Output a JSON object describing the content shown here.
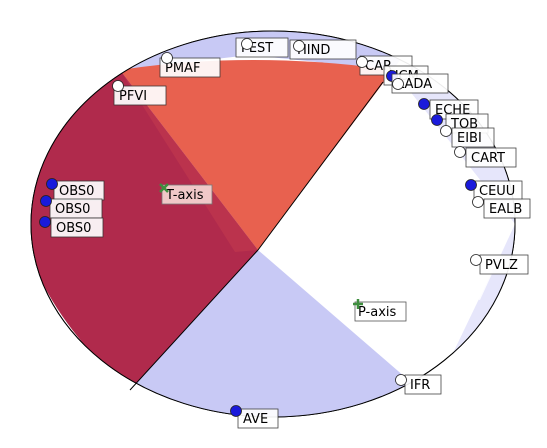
{
  "colors": {
    "red": "#e8614f",
    "dark_red": "#b02a4c",
    "blue_light": "#c8c9f5",
    "blue_pale": "#e6e6fb",
    "white": "#ffffff",
    "marker_blue": "#1a1adb",
    "marker_green": "#3e8e3e"
  },
  "axes": {
    "t_axis": {
      "label": "T-axis",
      "symbol": "cross"
    },
    "p_axis": {
      "label": "P-axis",
      "symbol": "plus"
    }
  },
  "stations": [
    {
      "label": "PEST",
      "polarity": "open"
    },
    {
      "label": "TIIND",
      "polarity": "open"
    },
    {
      "label": "PMAF",
      "polarity": "open"
    },
    {
      "label": "PFVI",
      "polarity": "open"
    },
    {
      "label": "CAR",
      "polarity": "open"
    },
    {
      "label": "UCM",
      "polarity": "filled"
    },
    {
      "label": "LADA",
      "polarity": "open"
    },
    {
      "label": "ECHE",
      "polarity": "filled"
    },
    {
      "label": "TOB",
      "polarity": "filled"
    },
    {
      "label": "EIBI",
      "polarity": "open"
    },
    {
      "label": "CART",
      "polarity": "open"
    },
    {
      "label": "CEUU",
      "polarity": "filled"
    },
    {
      "label": "EALB",
      "polarity": "open"
    },
    {
      "label": "PVLZ",
      "polarity": "open"
    },
    {
      "label": "OBS0",
      "polarity": "filled"
    },
    {
      "label": "OBS0",
      "polarity": "filled"
    },
    {
      "label": "OBS0",
      "polarity": "filled"
    },
    {
      "label": "IFR",
      "polarity": "open"
    },
    {
      "label": "AVE",
      "polarity": "filled"
    }
  ]
}
